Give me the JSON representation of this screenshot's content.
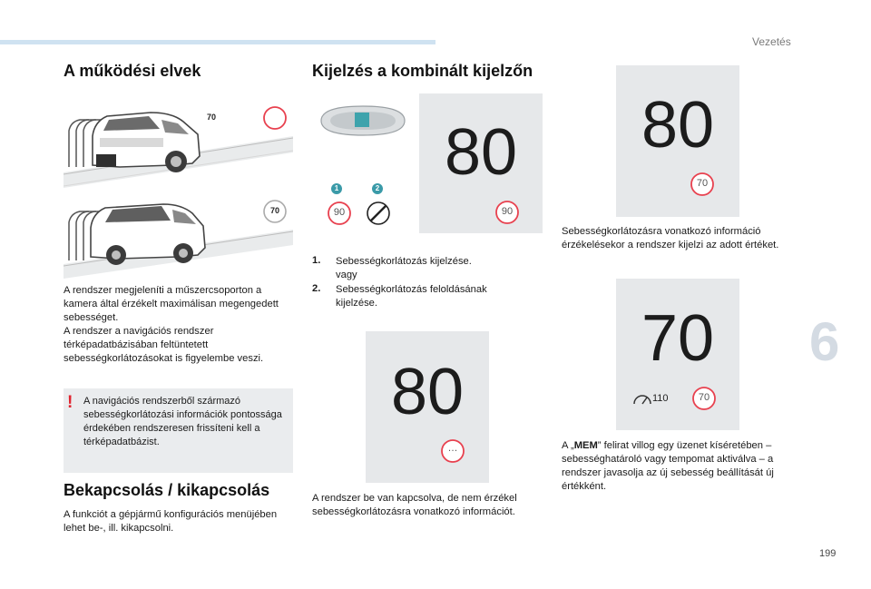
{
  "header": {
    "chapter": "Vezetés",
    "page_number": "199",
    "chapter_tab": "6"
  },
  "col1": {
    "title1": "A működési elvek",
    "sign1": "70",
    "sign2": "70",
    "para1": "A rendszer megjeleníti a műszercsoporton a kamera által érzékelt maximálisan megengedett sebességet.\nA rendszer a navigációs rendszer térképadatbázisában feltüntetett sebességkorlátozásokat is figyelembe veszi.",
    "warning": "A navigációs rendszerből származó sebességkorlátozási információk pontossága érdekében rendszeresen frissíteni kell a térképadatbázist.",
    "warning_mark": "!",
    "title2": "Bekapcsolás / kikapcsolás",
    "para2": "A funkciót a gépjármű konfigurációs menüjében lehet be-, ill. kikapcsolni."
  },
  "col2": {
    "title": "Kijelzés a kombinált kijelzőn",
    "callout1": "1",
    "callout2": "2",
    "icon1_value": "90",
    "display1_big": "80",
    "display1_small": "90",
    "item1_num": "1.",
    "item1_text": "Sebességkorlátozás kijelzése.\nvagy",
    "item2_num": "2.",
    "item2_text": "Sebességkorlátozás feloldásának kijelzése.",
    "display2_big": "80",
    "display2_small": "…",
    "para": "A rendszer be van kapcsolva, de nem érzékel sebességkorlátozásra vonatkozó információt."
  },
  "col3": {
    "display1_big": "80",
    "display1_small": "70",
    "para1": "Sebességkorlátozásra vonatkozó információ érzékelésekor a rendszer kijelzi az adott értéket.",
    "display2_big": "70",
    "display2_small": "70",
    "display2_set": "110",
    "para2_prefix": "A „",
    "para2_bold": "MEM",
    "para2_suffix": "” felirat villog egy üzenet kíséretében – sebességhatároló vagy tempomat aktiválva – a rendszer javasolja az új sebesség beállítását új értékként."
  }
}
